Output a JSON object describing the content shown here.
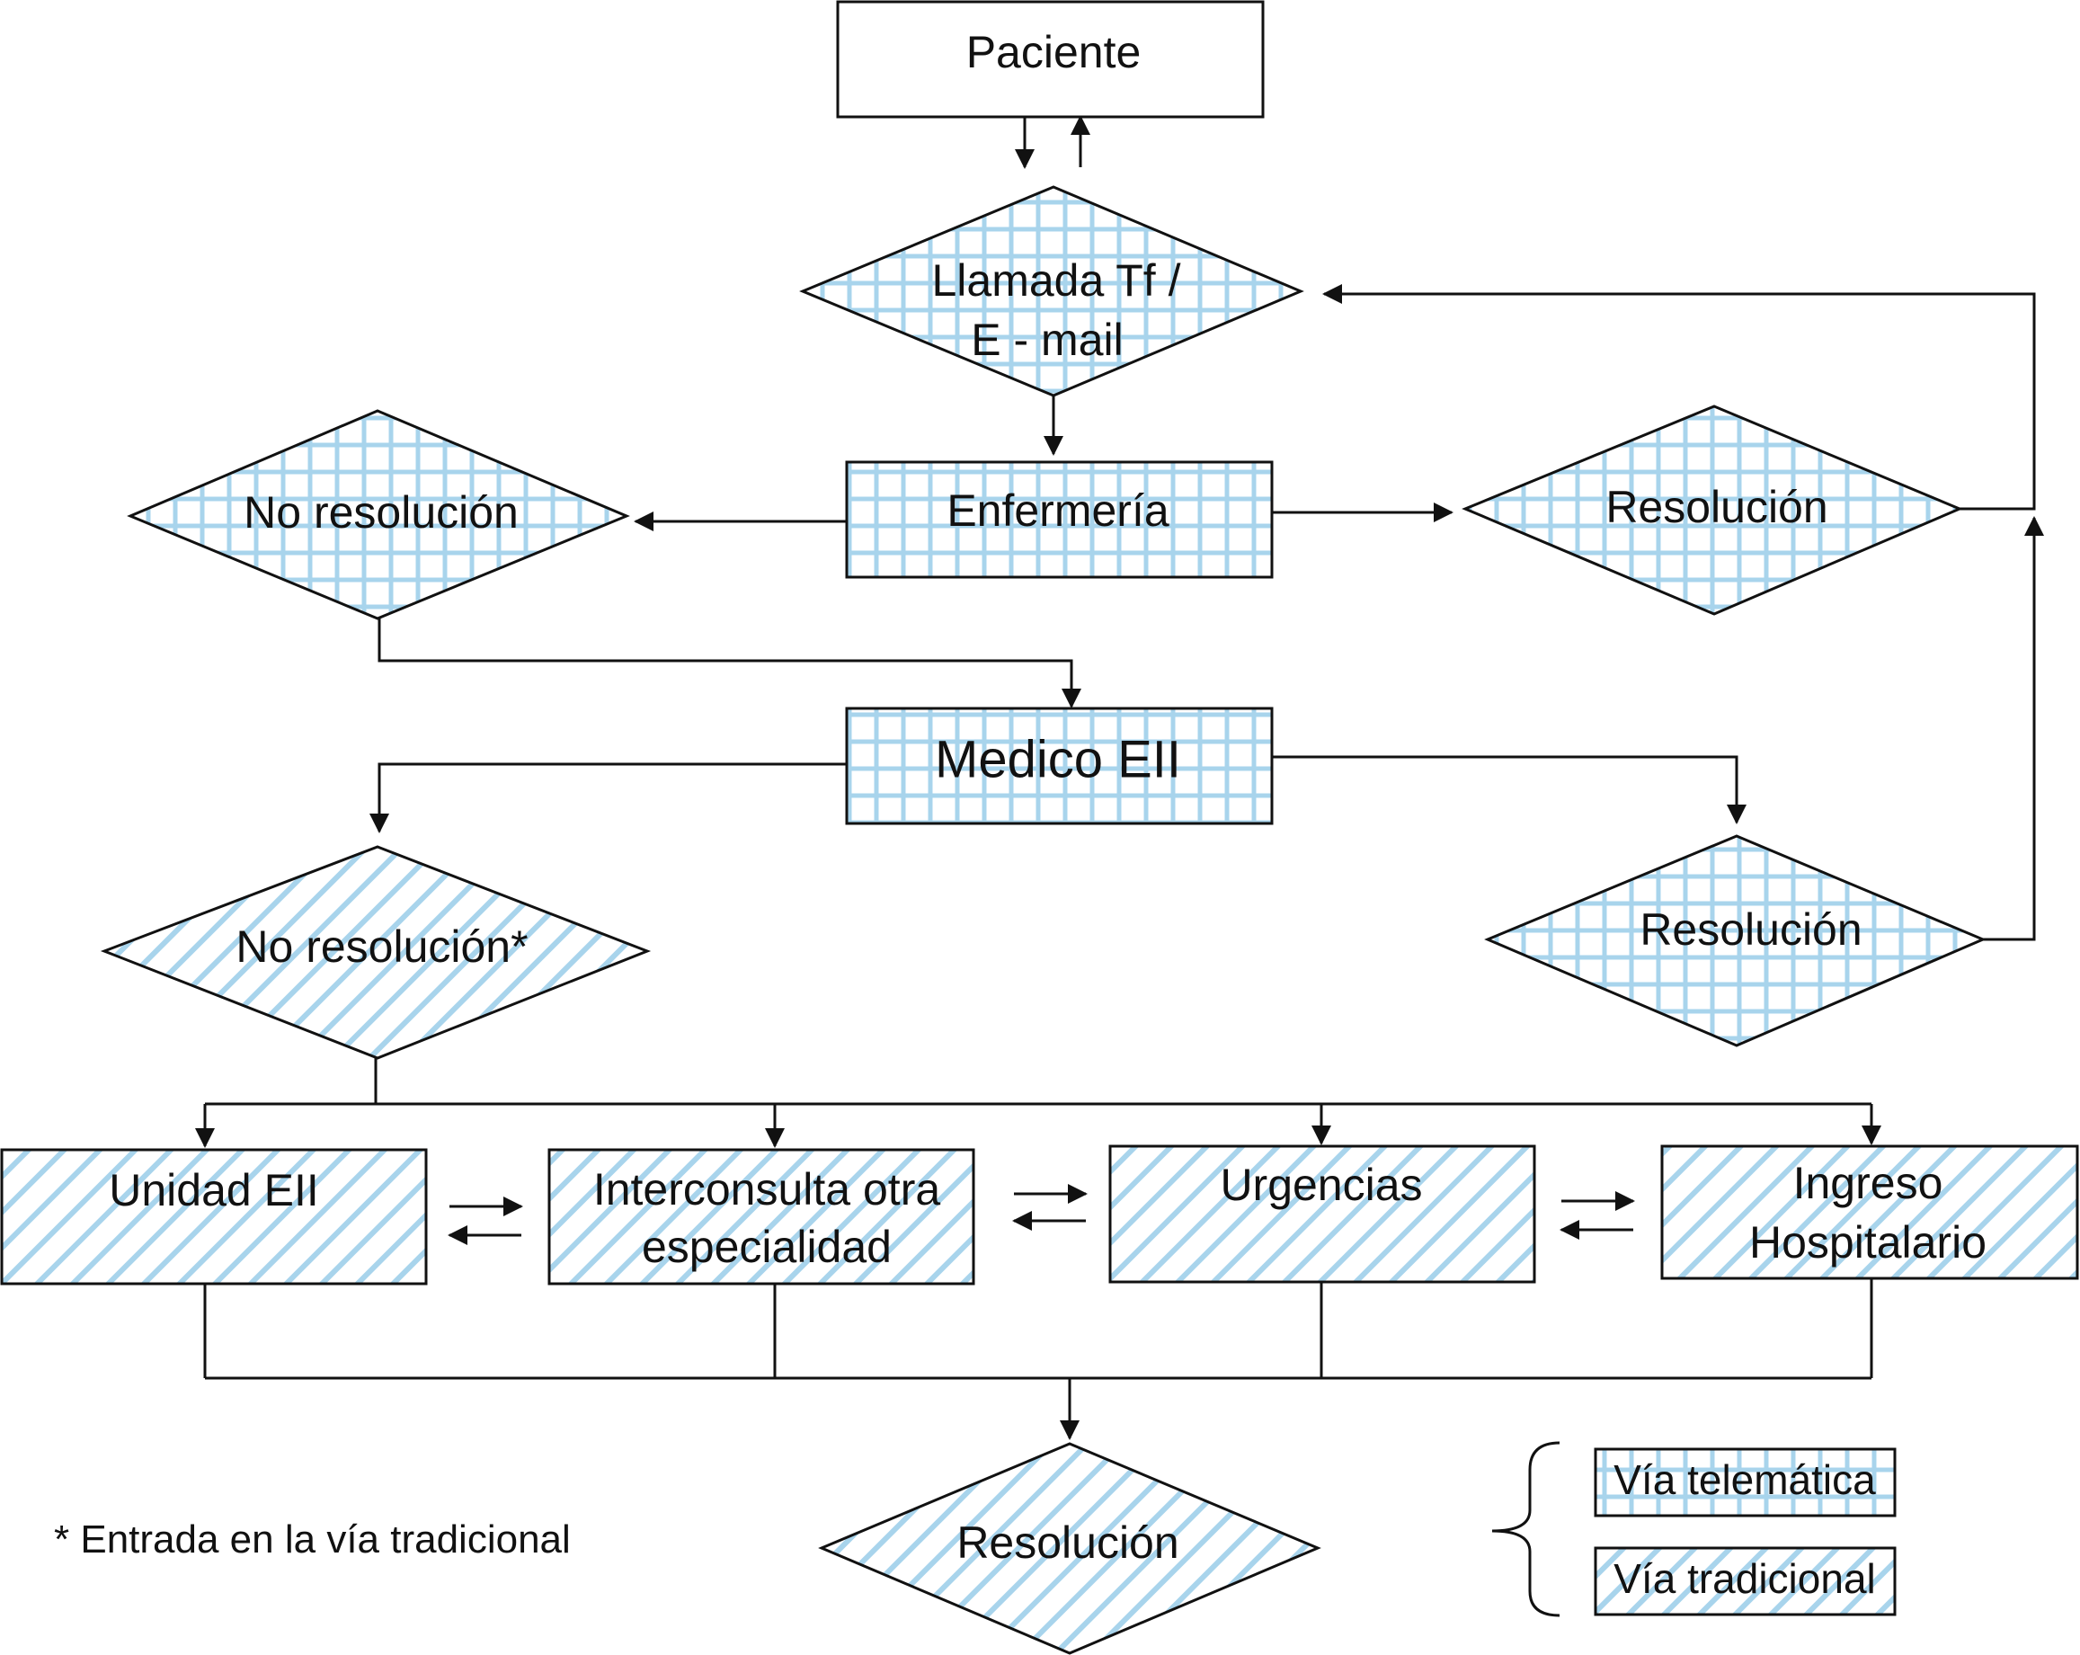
{
  "nodes": {
    "paciente": "Paciente",
    "llamada_line1": "Llamada Tf /",
    "llamada_line2": "E - mail",
    "enfermeria": "Enfermería",
    "no_resolucion_1": "No resolución",
    "resolucion_1": "Resolución",
    "medico": "Medico EII",
    "no_resolucion_2": "No resolución*",
    "resolucion_2": "Resolución",
    "unidad": "Unidad EII",
    "interconsulta_line1": "Interconsulta otra",
    "interconsulta_line2": "especialidad",
    "urgencias": "Urgencias",
    "ingreso_line1": "Ingreso",
    "ingreso_line2": "Hospitalario",
    "resolucion_final": "Resolución"
  },
  "footnote": "* Entrada en la vía tradicional",
  "legend": {
    "telematica": "Vía telemática",
    "tradicional": "Vía tradicional"
  },
  "colors": {
    "pattern": "#a8d4ec",
    "stroke": "#111111"
  }
}
